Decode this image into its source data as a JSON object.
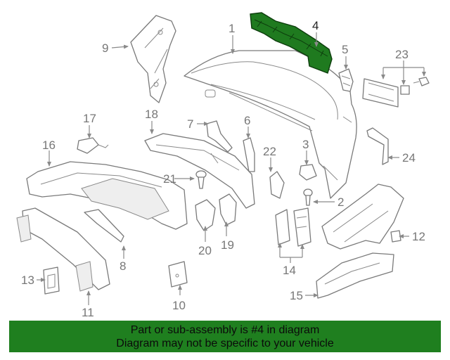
{
  "highlight_color": "#1f7f1f",
  "highlighted_part": "4",
  "callouts": [
    "1",
    "2",
    "3",
    "4",
    "5",
    "6",
    "7",
    "8",
    "9",
    "10",
    "11",
    "12",
    "13",
    "14",
    "15",
    "16",
    "17",
    "18",
    "19",
    "20",
    "21",
    "22",
    "23",
    "24"
  ],
  "banner": {
    "line1": "Part or sub-assembly is #4 in diagram",
    "line2": "Diagram may not be specific to your vehicle"
  }
}
